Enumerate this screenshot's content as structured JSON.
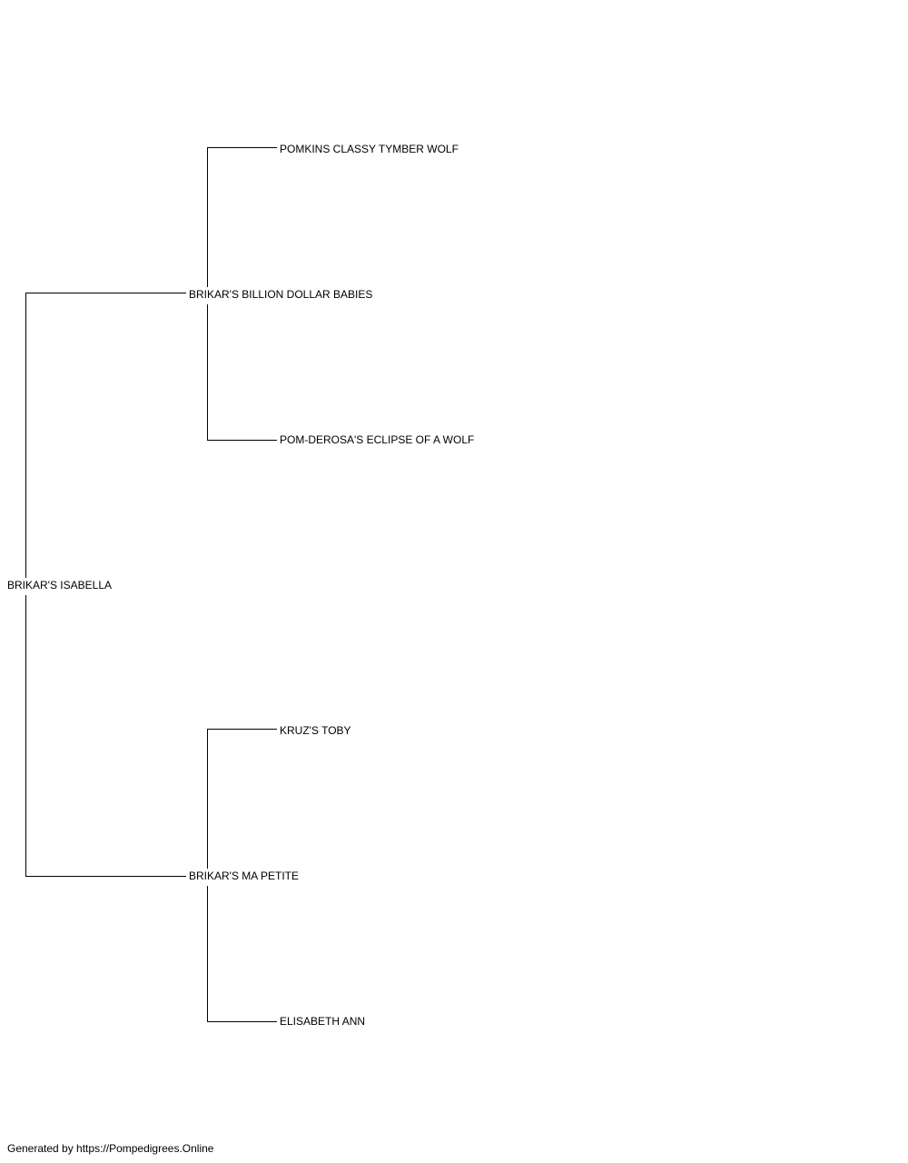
{
  "pedigree": {
    "subject": "BRIKAR'S ISABELLA",
    "sire": "BRIKAR'S BILLION DOLLAR BABIES",
    "dam": "BRIKAR'S MA PETITE",
    "sire_sire": "POMKINS CLASSY TYMBER WOLF",
    "sire_dam": "POM-DEROSA'S ECLIPSE OF A WOLF",
    "dam_sire": "KRUZ'S TOBY",
    "dam_dam": "ELISABETH ANN"
  },
  "footer": {
    "text": "Generated by https://Pompedigrees.Online"
  },
  "colors": {
    "line": "#000000",
    "text": "#000000",
    "background": "#ffffff"
  }
}
